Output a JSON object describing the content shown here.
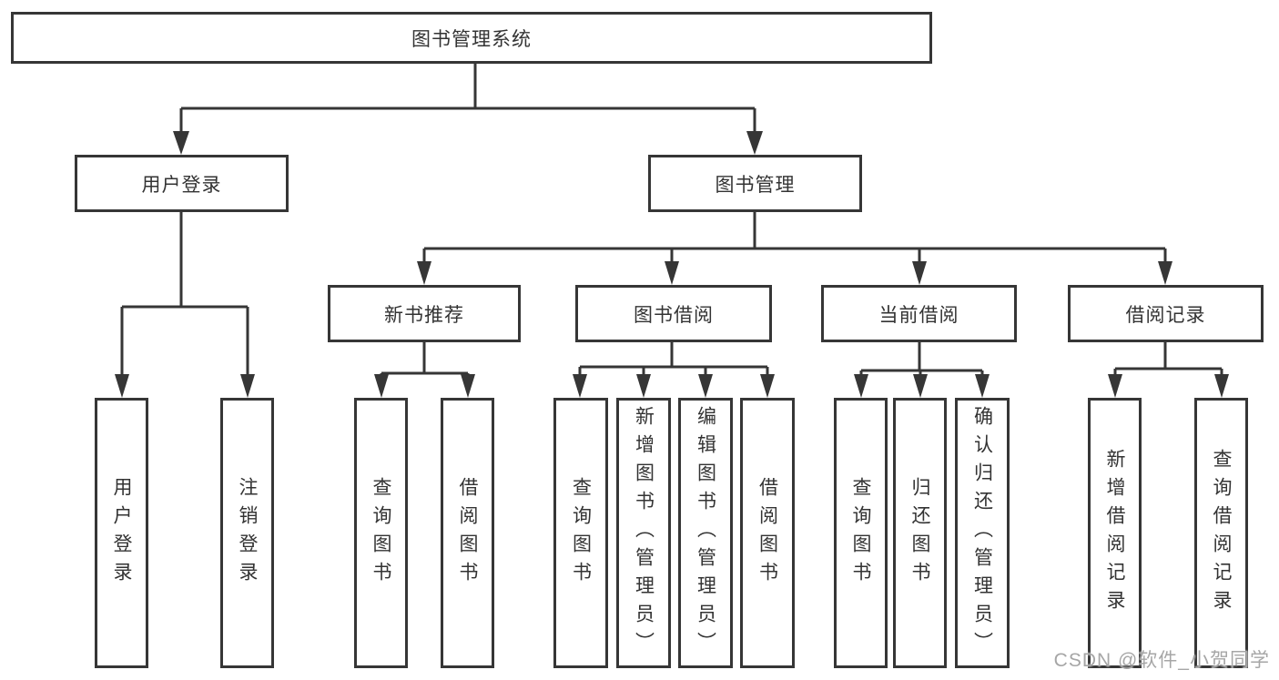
{
  "diagram": {
    "root": "图书管理系统",
    "level2": [
      {
        "label": "用户登录",
        "children": [
          "用户登录",
          "注销登录"
        ]
      },
      {
        "label": "图书管理",
        "children": [
          {
            "label": "新书推荐",
            "children": [
              "查询图书",
              "借阅图书"
            ]
          },
          {
            "label": "图书借阅",
            "children": [
              "查询图书",
              "新增图书（管理员）",
              "编辑图书（管理员）",
              "借阅图书"
            ]
          },
          {
            "label": "当前借阅",
            "children": [
              "查询图书",
              "归还图书",
              "确认归还（管理员）"
            ]
          },
          {
            "label": "借阅记录",
            "children": [
              "新增借阅记录",
              "查询借阅记录"
            ]
          }
        ]
      }
    ]
  },
  "watermark": {
    "text": "CSDN @软件_小贺同学"
  },
  "colors": {
    "line": "#363636",
    "box_border": "#363636",
    "text": "#333333",
    "watermark": "#a6a6a6",
    "background": "#ffffff"
  }
}
